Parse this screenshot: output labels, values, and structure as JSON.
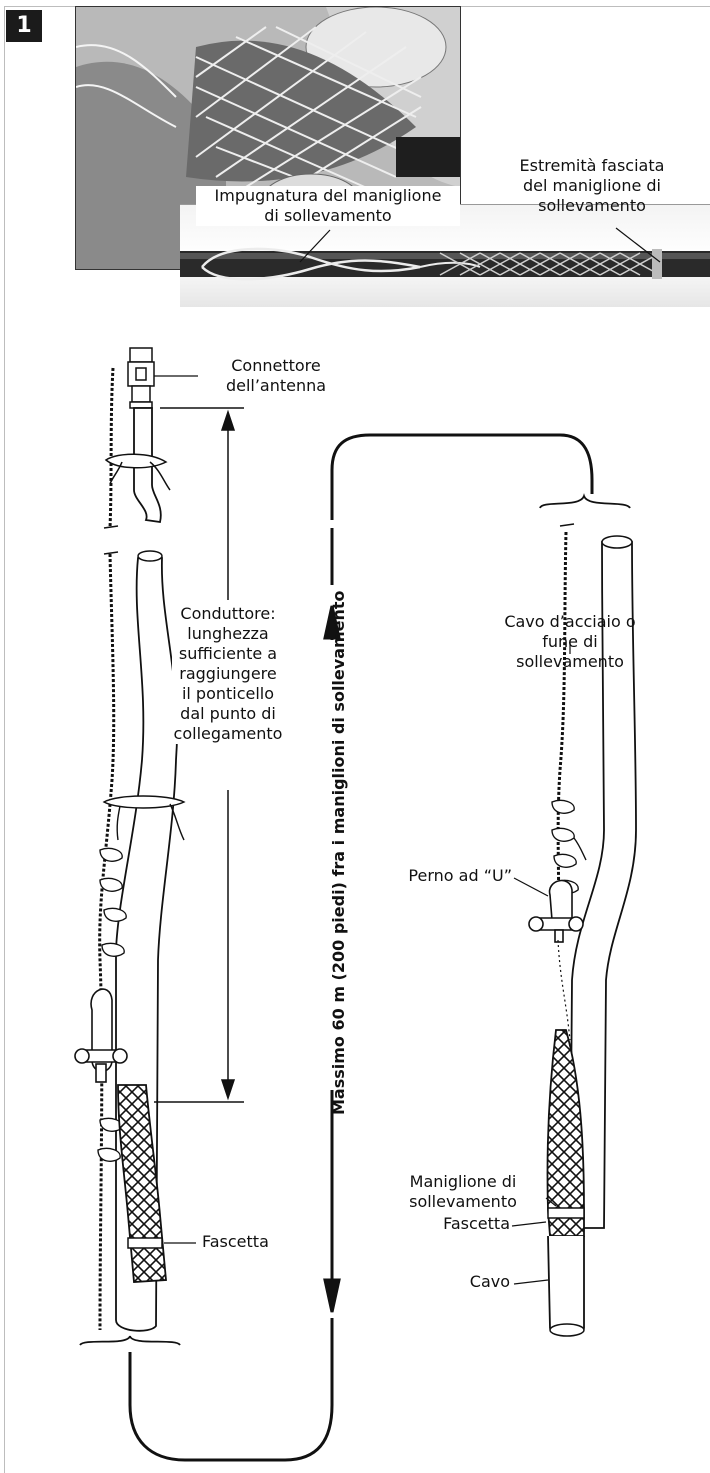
{
  "figure": {
    "number": "1"
  },
  "photo_labels": {
    "grip": "Impugnatura del maniglione\ndi sollevamento",
    "end": "Estremità fasciata\ndel maniglione di\nsollevamento"
  },
  "left_assembly": {
    "connector": "Connettore\ndell’antenna",
    "conductor": "Conduttore:\nlunghezza\nsufficiente a\nraggiungere\nil ponticello\ndal punto di\ncollegamento",
    "band": "Fascetta"
  },
  "dimension": {
    "text": "Massimo 60 m (200 piedi) fra i maniglioni di sollevamento"
  },
  "right_assembly": {
    "rope": "Cavo d’acciaio o\nfune di sollevamento",
    "u_bolt": "Perno ad “U”",
    "grip": "Maniglione di\nsollevamento",
    "band": "Fascetta",
    "cable": "Cavo"
  },
  "colors": {
    "ink": "#111111",
    "photo_dark": "#2a2a2a",
    "mesh": "#dddddd"
  }
}
